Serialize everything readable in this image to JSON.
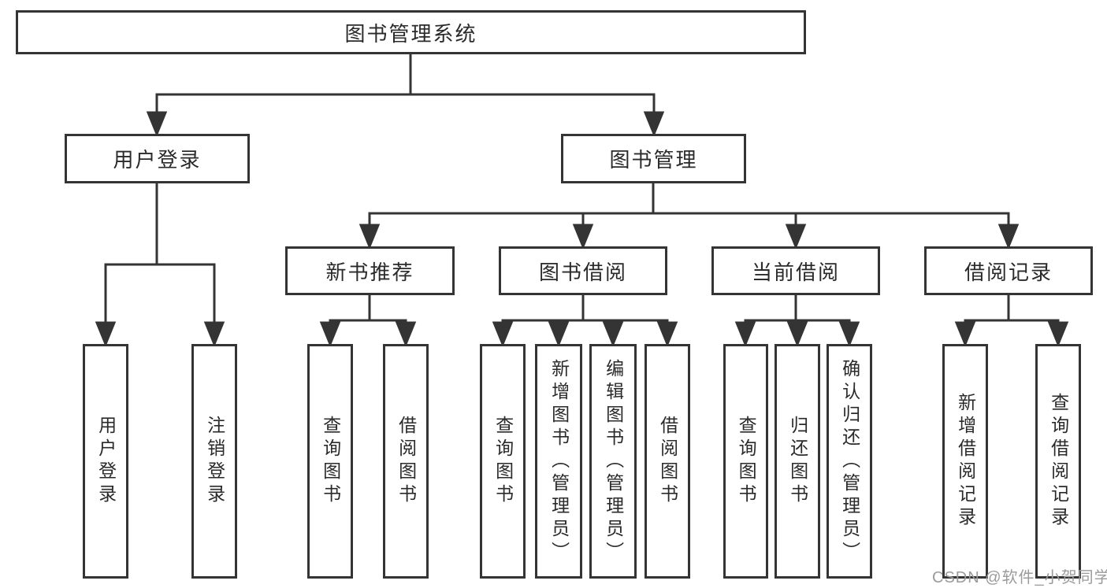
{
  "diagram": {
    "title": "图书管理系统",
    "branches": {
      "user_login": {
        "label": "用户登录",
        "children": [
          {
            "label": "用户登录"
          },
          {
            "label": "注销登录"
          }
        ]
      },
      "book_management": {
        "label": "图书管理",
        "children": [
          {
            "label": "新书推荐",
            "children": [
              {
                "label": "查询图书"
              },
              {
                "label": "借阅图书"
              }
            ]
          },
          {
            "label": "图书借阅",
            "children": [
              {
                "label": "查询图书"
              },
              {
                "label": "新增图书（管理员）"
              },
              {
                "label": "编辑图书（管理员）"
              },
              {
                "label": "借阅图书"
              }
            ]
          },
          {
            "label": "当前借阅",
            "children": [
              {
                "label": "查询图书"
              },
              {
                "label": "归还图书"
              },
              {
                "label": "确认归还（管理员）"
              }
            ]
          },
          {
            "label": "借阅记录",
            "children": [
              {
                "label": "新增借阅记录"
              },
              {
                "label": "查询借阅记录"
              }
            ]
          }
        ]
      }
    },
    "watermark": "CSDN @软件_小贺同学",
    "colors": {
      "line": "#343434",
      "text": "#2a2a2a",
      "watermark": "#9b9b9b",
      "background": "#ffffff"
    }
  }
}
